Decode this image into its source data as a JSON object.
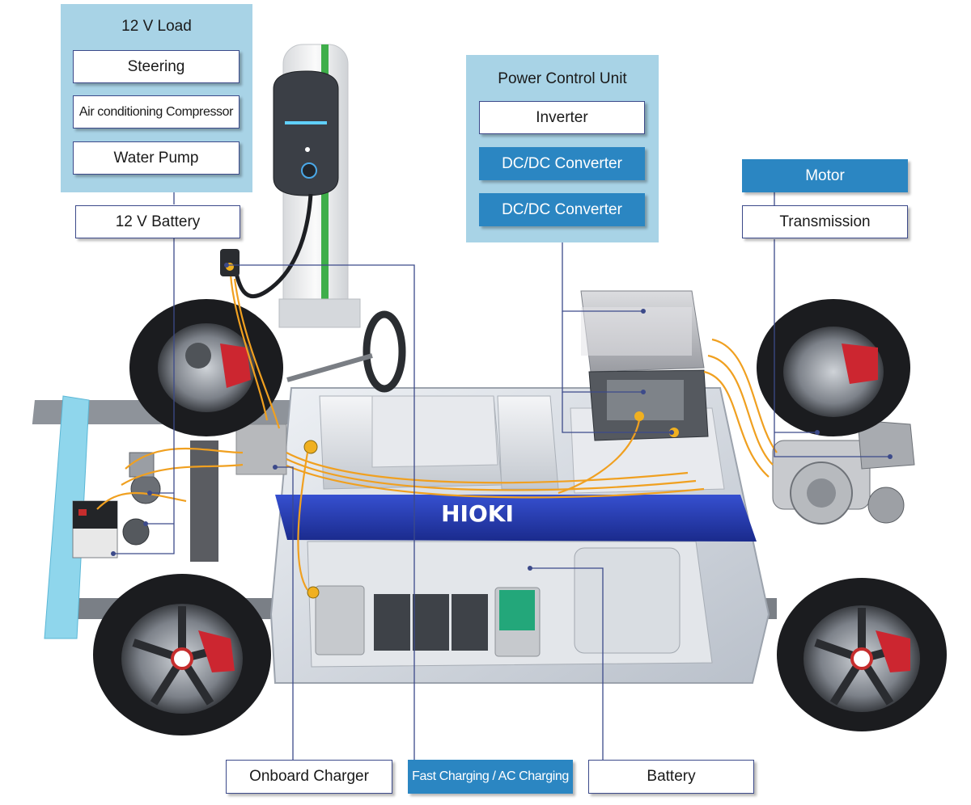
{
  "load_panel": {
    "title": "12 V Load",
    "items": [
      "Steering",
      "Air conditioning Compressor",
      "Water Pump"
    ]
  },
  "battery_12v": "12 V Battery",
  "pcu_panel": {
    "title": "Power Control Unit",
    "items": [
      "Inverter",
      "DC/DC Converter",
      "DC/DC Converter"
    ]
  },
  "drive": {
    "motor": "Motor",
    "transmission": "Transmission"
  },
  "bottom_labels": {
    "onboard_charger": "Onboard Charger",
    "fast_charging": "Fast Charging / AC Charging",
    "battery": "Battery"
  },
  "brand": "HIOKI",
  "colors": {
    "panel_bg": "#a8d3e6",
    "highlight_box": "#2b86c2",
    "leader_line": "#3c4a8a",
    "wiring": "#f0a020",
    "brand_band": "#2a3fb0"
  }
}
